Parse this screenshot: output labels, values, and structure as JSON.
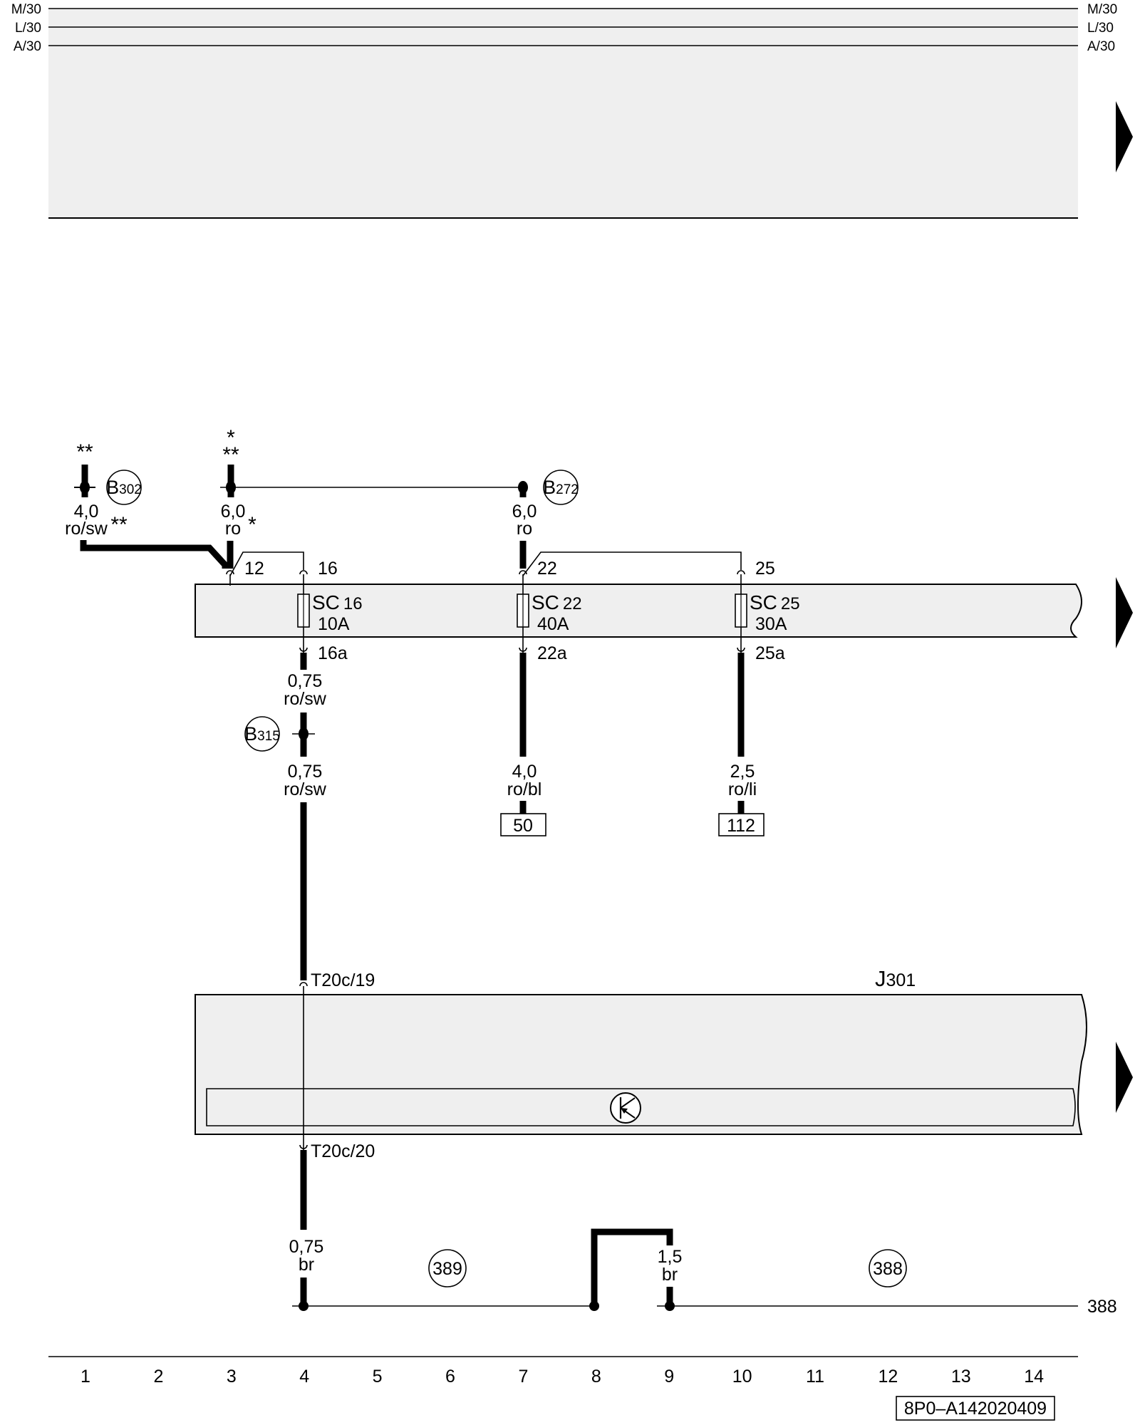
{
  "bus_lines": [
    {
      "left": "M/30",
      "right": "M/30"
    },
    {
      "left": "L/30",
      "right": "L/30"
    },
    {
      "left": "A/30",
      "right": "A/30"
    }
  ],
  "connectors": [
    {
      "id": "B302",
      "letter": "B",
      "num": "302",
      "stars": "**",
      "wire_size": "4,0",
      "wire_color": "ro/sw",
      "wire_mark": "**"
    },
    {
      "id": "B272",
      "letter": "B",
      "num": "272",
      "wire_size": "6,0",
      "wire_color": "ro"
    },
    {
      "id": "B315",
      "letter": "B",
      "num": "315"
    }
  ],
  "splice_left": {
    "stars_top": "*",
    "stars_bottom": "**",
    "wire_size": "6,0",
    "wire_color": "ro",
    "wire_mark": "*"
  },
  "fuse_carrier": {
    "input_pins": [
      "12",
      "16",
      "22",
      "25"
    ],
    "fuses": [
      {
        "name": "SC",
        "num": "16",
        "rating": "10A",
        "out_pin": "16a"
      },
      {
        "name": "SC",
        "num": "22",
        "rating": "40A",
        "out_pin": "22a"
      },
      {
        "name": "SC",
        "num": "25",
        "rating": "30A",
        "out_pin": "25a"
      }
    ]
  },
  "wires": {
    "sc16_upper": {
      "size": "0,75",
      "color": "ro/sw"
    },
    "sc16_lower": {
      "size": "0,75",
      "color": "ro/sw"
    },
    "sc22": {
      "size": "4,0",
      "color": "ro/bl"
    },
    "sc25": {
      "size": "2,5",
      "color": "ro/li"
    },
    "ground_left": {
      "size": "0,75",
      "color": "br"
    },
    "ground_right": {
      "size": "1,5",
      "color": "br"
    }
  },
  "references": {
    "sc22_target": "50",
    "sc25_target": "112"
  },
  "control_unit": {
    "letter": "J",
    "num": "301",
    "pin_in": "T20c/19",
    "pin_out": "T20c/20"
  },
  "ground_points": {
    "left": "389",
    "right": "388",
    "line_end": "388"
  },
  "columns": [
    "1",
    "2",
    "3",
    "4",
    "5",
    "6",
    "7",
    "8",
    "9",
    "10",
    "11",
    "12",
    "13",
    "14"
  ],
  "doc_id": "8P0–A142020409"
}
